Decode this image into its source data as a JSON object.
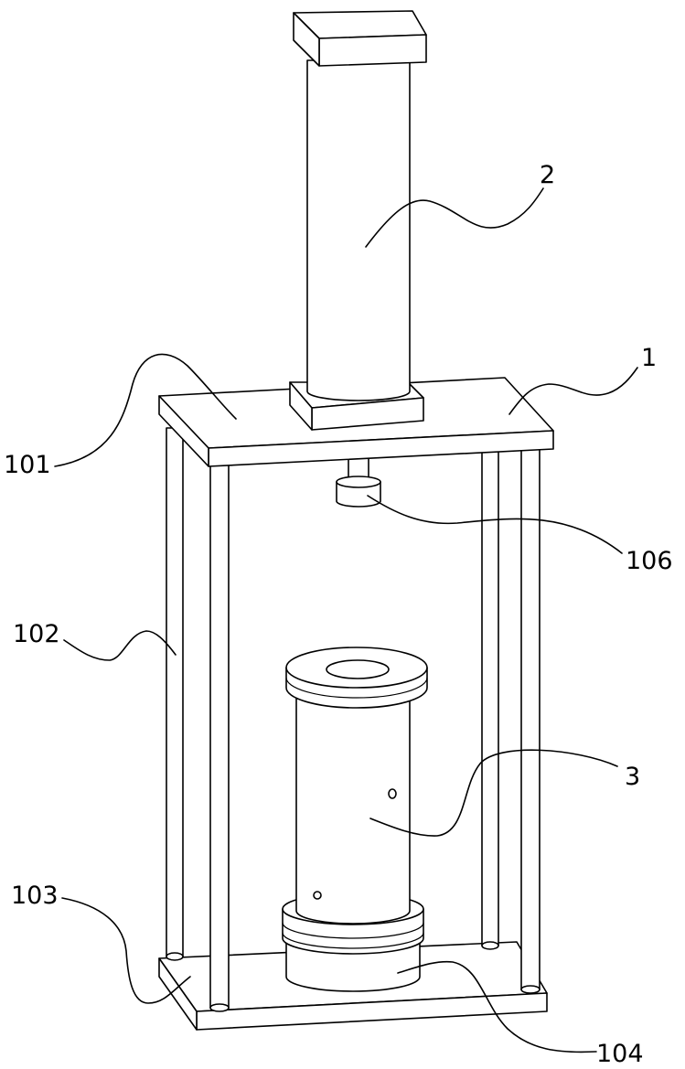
{
  "labels": {
    "cylinder": "2",
    "frame": "1",
    "top_plate": "101",
    "rod_head": "106",
    "column": "102",
    "mold": "3",
    "base_plate": "103",
    "mold_base": "104"
  }
}
